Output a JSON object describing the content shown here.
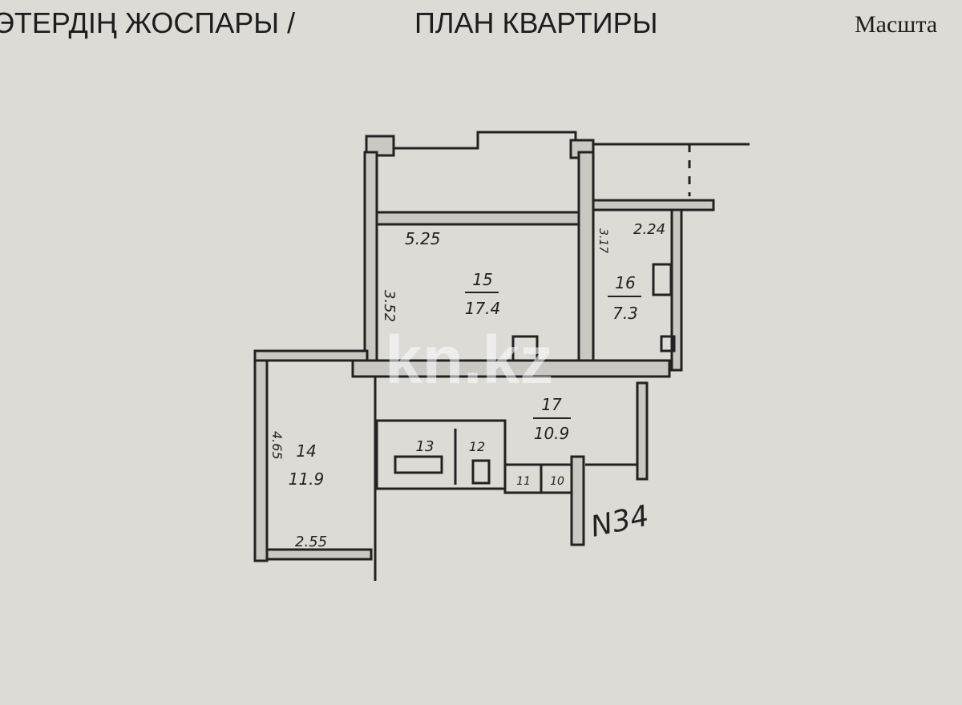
{
  "header": {
    "title_kz": "ЭТЕРДІҢ ЖОСПАРЫ /",
    "title_ru": "ПЛАН КВАРТИРЫ",
    "scale_label": "Масшта"
  },
  "watermark": "kn.kz",
  "plan": {
    "apartment_number": "N34",
    "rooms": [
      {
        "number": "15",
        "area": "17.4"
      },
      {
        "number": "16",
        "area": "7.3"
      },
      {
        "number": "17",
        "area": "10.9"
      },
      {
        "number": "14",
        "area": "11.9"
      },
      {
        "number": "13",
        "area": ""
      },
      {
        "number": "12",
        "area": ""
      },
      {
        "number": "11",
        "area": ""
      },
      {
        "number": "10",
        "area": ""
      }
    ],
    "dimensions": {
      "room15_width": "5.25",
      "room15_depth": "3.52",
      "kitchen_width": "2.24",
      "kitchen_depth": "3.17",
      "room14_depth": "4.65",
      "room14_width": "2.55"
    }
  },
  "colors": {
    "paper": "#dcdbd6",
    "ink": "#222222",
    "wall_fill": "#c9c8c3"
  }
}
